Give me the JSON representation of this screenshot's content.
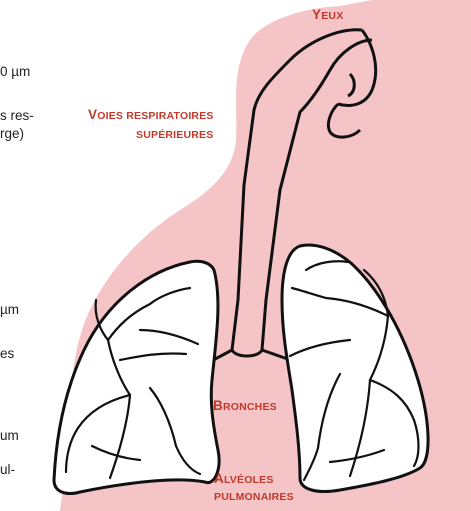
{
  "left_text": [
    {
      "id": "lt1",
      "text": "0 µm"
    },
    {
      "id": "lt2",
      "text": "s res-"
    },
    {
      "id": "lt3",
      "text": "rge)"
    },
    {
      "id": "lt4",
      "text": "µm"
    },
    {
      "id": "lt5",
      "text": "es"
    },
    {
      "id": "lt6",
      "text": "um"
    },
    {
      "id": "lt7",
      "text": "ul-"
    }
  ],
  "labels": {
    "yeux": {
      "cap": "Y",
      "rest": "eux"
    },
    "voies_line1": {
      "cap": "V",
      "rest": "oies respiratoires"
    },
    "voies_line2": {
      "rest": "supérieures"
    },
    "bronches": {
      "cap": "B",
      "rest": "ronches"
    },
    "alveoles_line1": {
      "cap": "A",
      "rest": "lvéoles"
    },
    "alveoles_line2": {
      "rest": "pulmonaires"
    }
  },
  "colors": {
    "body_fill": "#f4c4c6",
    "accent_label": "#c0392b",
    "outline": "#111111",
    "background": "#ffffff"
  }
}
